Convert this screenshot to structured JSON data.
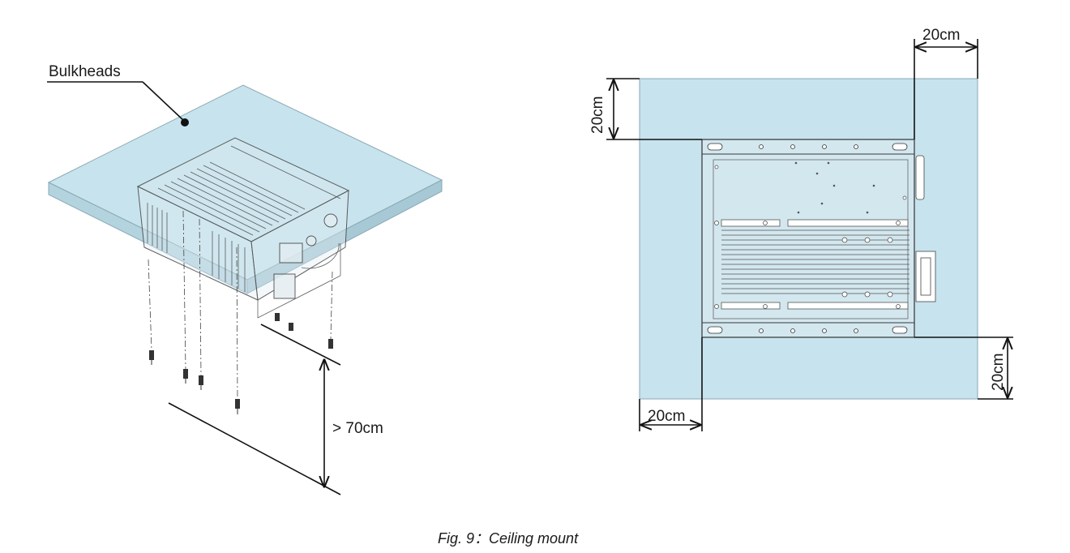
{
  "left_figure": {
    "bulkheads_label": "Bulkheads",
    "clearance_label": "> 70cm"
  },
  "right_figure": {
    "top_label": "20cm",
    "left_label": "20cm",
    "right_label": "20cm",
    "bottom_label": "20cm"
  },
  "caption": "Fig. 9：Ceiling mount",
  "colors": {
    "panel": "#c7e3ee",
    "line": "#111111"
  }
}
